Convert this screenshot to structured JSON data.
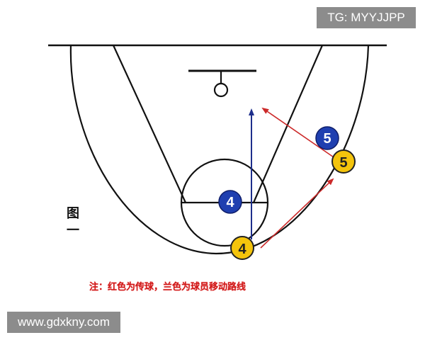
{
  "watermarks": {
    "top_right": "TG: MYYJJPP",
    "bottom_left": "www.gdxkny.com"
  },
  "figure_label": "图一",
  "legend_note": "注：红色为传球，兰色为球员移动路线",
  "players": {
    "offense_4": {
      "number": "4",
      "team": "offense",
      "color": "#f4c40c"
    },
    "offense_5": {
      "number": "5",
      "team": "offense",
      "color": "#f4c40c"
    },
    "defense_4": {
      "number": "4",
      "team": "defense",
      "color": "#1f3fb0"
    },
    "defense_5": {
      "number": "5",
      "team": "defense",
      "color": "#1f3fb0"
    }
  },
  "colors": {
    "pass_arrow": "#cc2a2a",
    "move_arrow": "#1e2f8c",
    "court_lines": "#111111"
  }
}
